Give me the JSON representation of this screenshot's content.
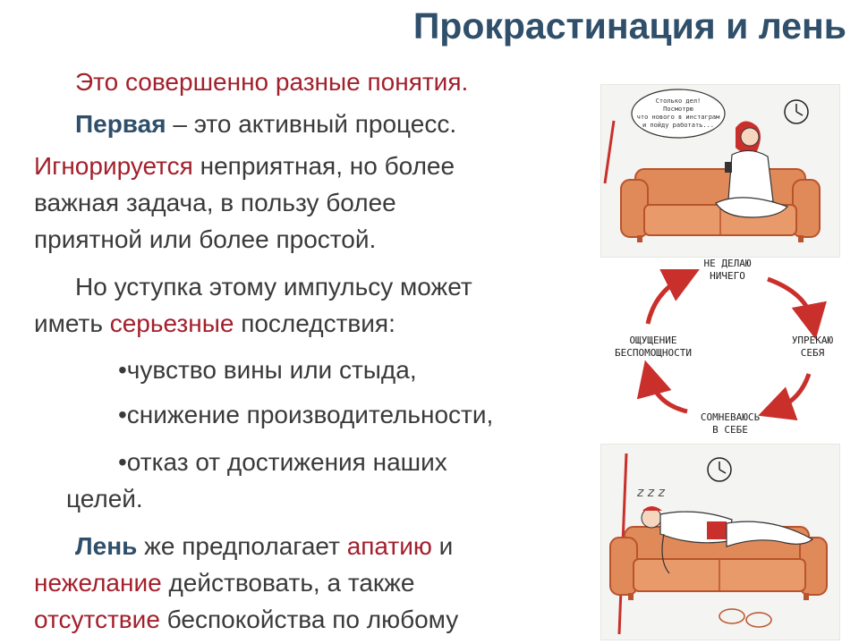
{
  "title": "Прокрастинация и лень",
  "lines": {
    "l1": "Это совершенно разные понятия.",
    "l2_bold": "Первая",
    "l2_rest": " – это активный процесс.",
    "l3_red": "Игнорируется",
    "l3_rest": " неприятная, но более",
    "l4": "важная задача, в пользу более",
    "l5": "приятной или более простой.",
    "l6": "Но уступка этому импульсу может",
    "l7_a": "иметь ",
    "l7_red": "серьезные",
    "l7_b": " последствия:",
    "b1": "•чувство вины или стыда,",
    "b2": "•снижение производительности,",
    "b3": "•отказ от достижения наших",
    "b3b": "целей.",
    "l8_bold": "Лень",
    "l8_a": " же предполагает ",
    "l8_red": "апатию",
    "l8_b": " и",
    "l9_red": "нежелание",
    "l9_rest": " действовать, а также",
    "l10_red": "отсутствие",
    "l10_rest": " беспокойства по любому"
  },
  "illustration_top": {
    "bubble": [
      "Столько дел!",
      "Посмотрю",
      "что нового в инстаграм",
      "и пойду работать..."
    ]
  },
  "cycle": {
    "top": [
      "НЕ ДЕЛАЮ",
      "НИЧЕГО"
    ],
    "right": [
      "УПРЕКАЮ",
      "СЕБЯ"
    ],
    "bottom": [
      "СОМНЕВАЮСЬ",
      "В СЕБЕ"
    ],
    "left": [
      "ОЩУЩЕНИЕ",
      "БЕСПОМОЩНОСТИ"
    ]
  },
  "illustration_bottom": {
    "zzz": "z z z"
  },
  "colors": {
    "accent_red": "#a3202c",
    "title_navy": "#2f4f6a",
    "sofa": "#e08a5a",
    "arrow": "#c9302c"
  }
}
